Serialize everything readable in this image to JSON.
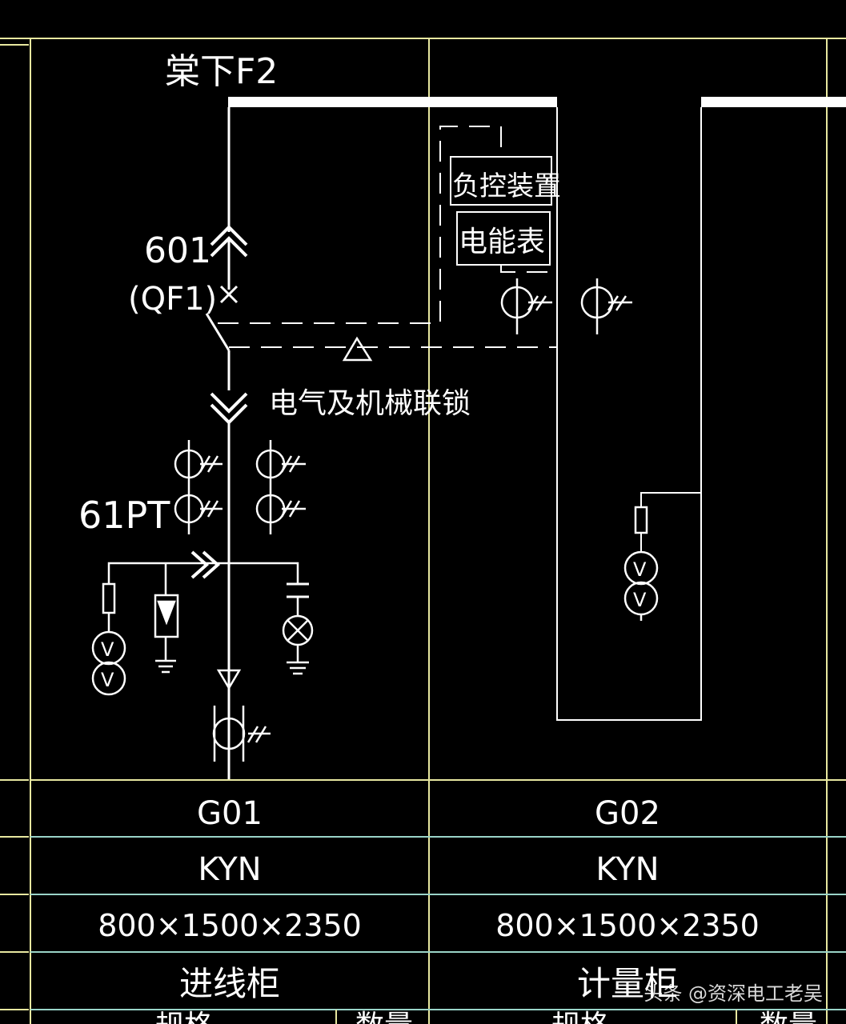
{
  "feeder_label": "棠下F2",
  "breaker_label_line1": "601",
  "breaker_label_line2": "(QF1)",
  "load_control_box": "负控装置",
  "energy_meter_box": "电能表",
  "interlock_label": "电气及机械联锁",
  "pt_label": "61PT",
  "table": {
    "columns": [
      {
        "cabinet_no": "G01",
        "model": "KYN",
        "dimensions": "800×1500×2350",
        "cabinet_name": "进线柜",
        "bottom_left": "规格",
        "bottom_right": "数量"
      },
      {
        "cabinet_no": "G02",
        "model": "KYN",
        "dimensions": "800×1500×2350",
        "cabinet_name": "计量柜",
        "bottom_left": "规格",
        "bottom_right": "数量"
      }
    ]
  },
  "voltmeter_symbol": "V",
  "watermark": "头条 @资深电工老吴",
  "colors": {
    "background": "#000000",
    "line": "#ffffff",
    "grid": "#e8e8a0",
    "table_rule": "#9ad4c8"
  }
}
